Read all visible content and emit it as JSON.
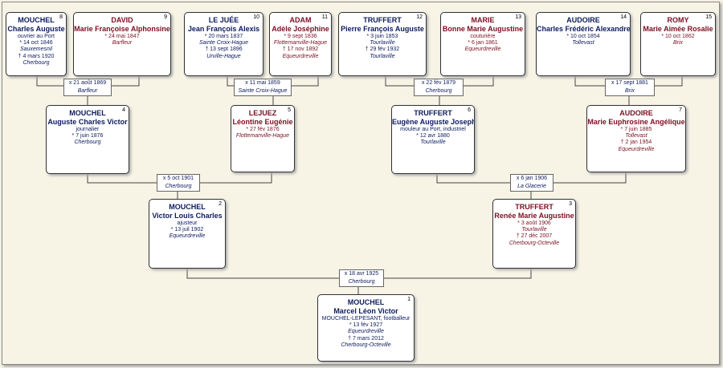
{
  "persons": [
    {
      "id": "p8",
      "num": "8",
      "sex": "m",
      "surname": "MOUCHEL",
      "given": "Charles Auguste",
      "occupation": "ouvrier au Port",
      "birth": "* 14 oct 1846",
      "birth_place": "Sauxemesnil",
      "death": "† 4 mars 1920",
      "death_place": "Cherbourg"
    },
    {
      "id": "p9",
      "num": "9",
      "sex": "f",
      "surname": "DAVID",
      "given": "Marie Françoise Alphonsine",
      "occupation": "",
      "birth": "* 24 mai 1847",
      "birth_place": "Barfleur",
      "death": "",
      "death_place": ""
    },
    {
      "id": "p10",
      "num": "10",
      "sex": "m",
      "surname": "LE JUÉE",
      "given": "Jean François Alexis",
      "occupation": "",
      "birth": "* 20 mars 1837",
      "birth_place": "Sainte Croix-Hague",
      "death": "† 13 sept 1896",
      "death_place": "Urville-Hague"
    },
    {
      "id": "p11",
      "num": "11",
      "sex": "f",
      "surname": "ADAM",
      "given": "Adèle Joséphine",
      "occupation": "",
      "birth": "* 9 sept 1836",
      "birth_place": "Flottemanville-Hague",
      "death": "† 17 nov 1892",
      "death_place": "Equeurdreville"
    },
    {
      "id": "p12",
      "num": "12",
      "sex": "m",
      "surname": "TRUFFERT",
      "given": "Pierre François Auguste",
      "occupation": "",
      "birth": "* 3 juin 1853",
      "birth_place": "Tourlaville",
      "death": "† 29 fév 1932",
      "death_place": "Tourlaville"
    },
    {
      "id": "p13",
      "num": "13",
      "sex": "f",
      "surname": "MARIE",
      "given": "Bonne Marie Augustine",
      "occupation": "couturière",
      "birth": "* 6 jan 1861",
      "birth_place": "Equeurdreville",
      "death": "",
      "death_place": ""
    },
    {
      "id": "p14",
      "num": "14",
      "sex": "m",
      "surname": "AUDOIRE",
      "given": "Charles Frédéric Alexandre",
      "occupation": "",
      "birth": "* 10 oct 1854",
      "birth_place": "Tollevast",
      "death": "",
      "death_place": ""
    },
    {
      "id": "p15",
      "num": "15",
      "sex": "f",
      "surname": "ROMY",
      "given": "Marie Aimée Rosalie",
      "occupation": "",
      "birth": "* 10 oct 1862",
      "birth_place": "Brix",
      "death": "",
      "death_place": ""
    },
    {
      "id": "p4",
      "num": "4",
      "sex": "m",
      "surname": "MOUCHEL",
      "given": "Auguste Charles Victor",
      "occupation": "journalier",
      "birth": "* 7 juin 1876",
      "birth_place": "Cherbourg",
      "death": "",
      "death_place": ""
    },
    {
      "id": "p5",
      "num": "5",
      "sex": "f",
      "surname": "LEJUEZ",
      "given": "Léontine Eugénie",
      "occupation": "",
      "birth": "* 27 fév 1876",
      "birth_place": "Flottemanville-Hague",
      "death": "",
      "death_place": ""
    },
    {
      "id": "p6",
      "num": "6",
      "sex": "m",
      "surname": "TRUFFERT",
      "given": "Eugène Auguste Joseph",
      "occupation": "mouleur au Port, industriel",
      "birth": "* 12 avr 1880",
      "birth_place": "Tourlaville",
      "death": "",
      "death_place": ""
    },
    {
      "id": "p7",
      "num": "7",
      "sex": "f",
      "surname": "AUDOIRE",
      "given": "Marie Euphrosine Angélique",
      "occupation": "",
      "birth": "* 7 juin 1885",
      "birth_place": "Tollevast",
      "death": "† 2 jan 1954",
      "death_place": "Equeurdreville"
    },
    {
      "id": "p2",
      "num": "2",
      "sex": "m",
      "surname": "MOUCHEL",
      "given": "Victor Louis Charles",
      "occupation": "ajusteur",
      "birth": "* 13 juil 1902",
      "birth_place": "Equeurdreville",
      "death": "",
      "death_place": ""
    },
    {
      "id": "p3",
      "num": "3",
      "sex": "f",
      "surname": "TRUFFERT",
      "given": "Renée Marie Augustine",
      "occupation": "",
      "birth": "* 3 août 1906",
      "birth_place": "Tourlaville",
      "death": "† 27 déc 2007",
      "death_place": "Cherbourg-Octeville"
    },
    {
      "id": "p1",
      "num": "1",
      "sex": "m",
      "surname": "MOUCHEL",
      "given": "Marcel Léon Victor",
      "occupation": "MOUCHEL-LEPESANT, footballeur",
      "birth": "* 13 fév 1927",
      "birth_place": "Equeurdreville",
      "death": "† 7 mars 2012",
      "death_place": "Cherbourg-Octeville"
    }
  ],
  "marriages": [
    {
      "id": "m8",
      "date": "x 21 août 1869",
      "place": "Barfleur"
    },
    {
      "id": "m10",
      "date": "x 11 mai 1859",
      "place": "Sainte Croix-Hague"
    },
    {
      "id": "m12",
      "date": "x 22 fév 1879",
      "place": "Cherbourg"
    },
    {
      "id": "m14",
      "date": "x 17 sept 1881",
      "place": "Brix"
    },
    {
      "id": "m4",
      "date": "x 5 oct 1901",
      "place": "Cherbourg"
    },
    {
      "id": "m6",
      "date": "x 6 jan 1906",
      "place": "La Glacerie"
    },
    {
      "id": "m2",
      "date": "x 18 avr 1925",
      "place": "Cherbourg"
    }
  ]
}
